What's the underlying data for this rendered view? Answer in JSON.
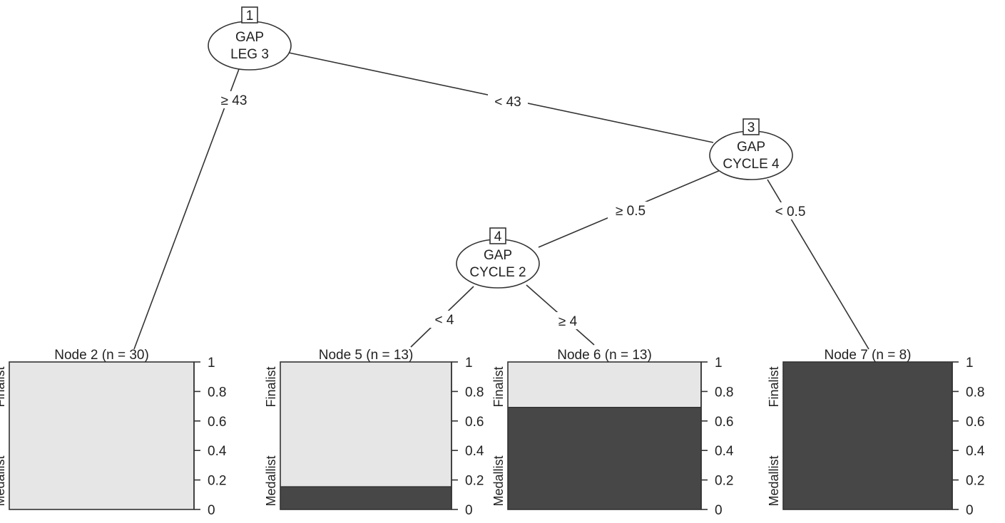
{
  "tree": {
    "inner_nodes": [
      {
        "id": "1",
        "line1": "GAP",
        "line2": "LEG 3"
      },
      {
        "id": "3",
        "line1": "GAP",
        "line2": "CYCLE 4"
      },
      {
        "id": "4",
        "line1": "GAP",
        "line2": "CYCLE 2"
      }
    ],
    "edges": [
      {
        "from": "1",
        "to": "2",
        "label": "≥ 43"
      },
      {
        "from": "1",
        "to": "3",
        "label": "< 43"
      },
      {
        "from": "3",
        "to": "4",
        "label": "≥ 0.5"
      },
      {
        "from": "3",
        "to": "7",
        "label": "< 0.5"
      },
      {
        "from": "4",
        "to": "5",
        "label": "< 4"
      },
      {
        "from": "4",
        "to": "6",
        "label": "≥ 4"
      }
    ],
    "terminal_nodes": [
      {
        "title": "Node 2 (n = 30)",
        "medallist_fraction": 0.0
      },
      {
        "title": "Node 5 (n = 13)",
        "medallist_fraction": 0.154
      },
      {
        "title": "Node 6 (n = 13)",
        "medallist_fraction": 0.692
      },
      {
        "title": "Node 7 (n = 8)",
        "medallist_fraction": 1.0
      }
    ],
    "class_labels": {
      "top": "Finalist",
      "bottom": "Medallist"
    },
    "axis_ticks": [
      "0",
      "0.2",
      "0.4",
      "0.6",
      "0.8",
      "1"
    ],
    "colors": {
      "medallist": "#474747",
      "finalist": "#e6e6e6",
      "line": "#333333"
    }
  }
}
